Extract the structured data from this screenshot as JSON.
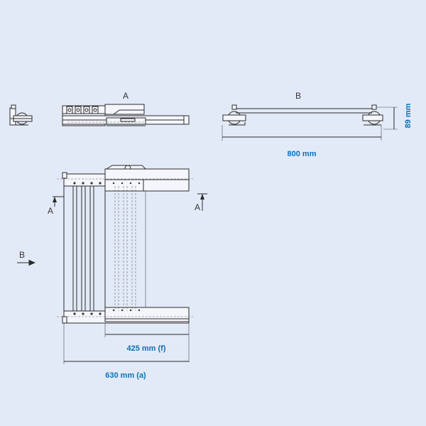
{
  "colors": {
    "background": "#e3eaf7",
    "dimension_text": "#0a72b5",
    "line": "#2b2b2b"
  },
  "views": {
    "view_a_label": "A",
    "view_b_label": "B",
    "section_a_left": "A",
    "section_a_right": "A",
    "arrow_b": "B"
  },
  "dimensions": {
    "width_b": "800 mm",
    "height_b": "89 mm",
    "depth_f": "425 mm (f)",
    "depth_a": "630 mm (a)"
  }
}
